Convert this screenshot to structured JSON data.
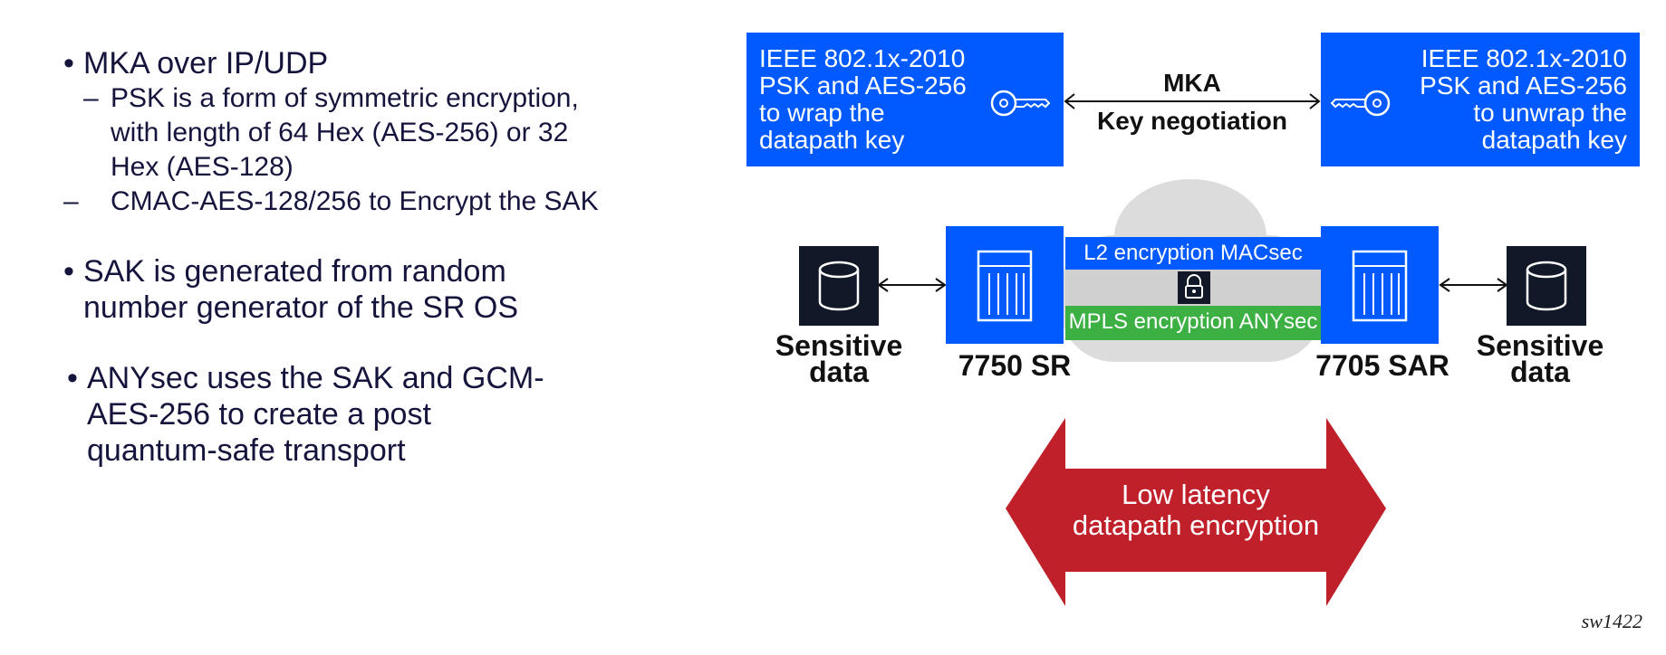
{
  "bullets": [
    {
      "text": "MKA over IP/UDP",
      "subs": [
        {
          "marker": "–",
          "lines": [
            "PSK is a form of symmetric encryption,",
            "with length of 64 Hex (AES-256) or 32",
            "Hex (AES-128)"
          ]
        },
        {
          "marker": "–",
          "lines": [
            "CMAC-AES-128/256 to Encrypt the SAK"
          ]
        }
      ]
    },
    {
      "lines": [
        "SAK is generated from random",
        "number generator of the SR OS"
      ]
    },
    {
      "lines": [
        "ANYsec uses the SAK and GCM-",
        "AES-256 to create a post",
        "quantum-safe transport"
      ]
    }
  ],
  "left_box": {
    "lines": [
      "IEEE 802.1x-2010",
      "PSK and AES-256",
      "to wrap the",
      "datapath key"
    ]
  },
  "right_box": {
    "lines": [
      "IEEE 802.1x-2010",
      "PSK and AES-256",
      "to unwrap the",
      "datapath key"
    ]
  },
  "mka": {
    "title": "MKA",
    "subtitle": "Key negotiation"
  },
  "left_router": {
    "name": "7750 SR"
  },
  "right_router": {
    "name": "7705 SAR"
  },
  "left_data": {
    "lines": [
      "Sensitive",
      "data"
    ]
  },
  "right_data": {
    "lines": [
      "Sensitive",
      "data"
    ]
  },
  "band_top": "L2 encryption MACsec",
  "band_bottom": "MPLS encryption ANYsec",
  "arrow": {
    "lines": [
      "Low latency",
      "datapath encryption"
    ]
  },
  "figure_id": "sw1422",
  "colors": {
    "blue": "#005aff",
    "red": "#c0202a",
    "green": "#3cb043",
    "dark": "#111827",
    "cloud": "#dcdcdc"
  },
  "icons": [
    "key-icon",
    "lock-icon",
    "database-icon",
    "router-icon"
  ]
}
